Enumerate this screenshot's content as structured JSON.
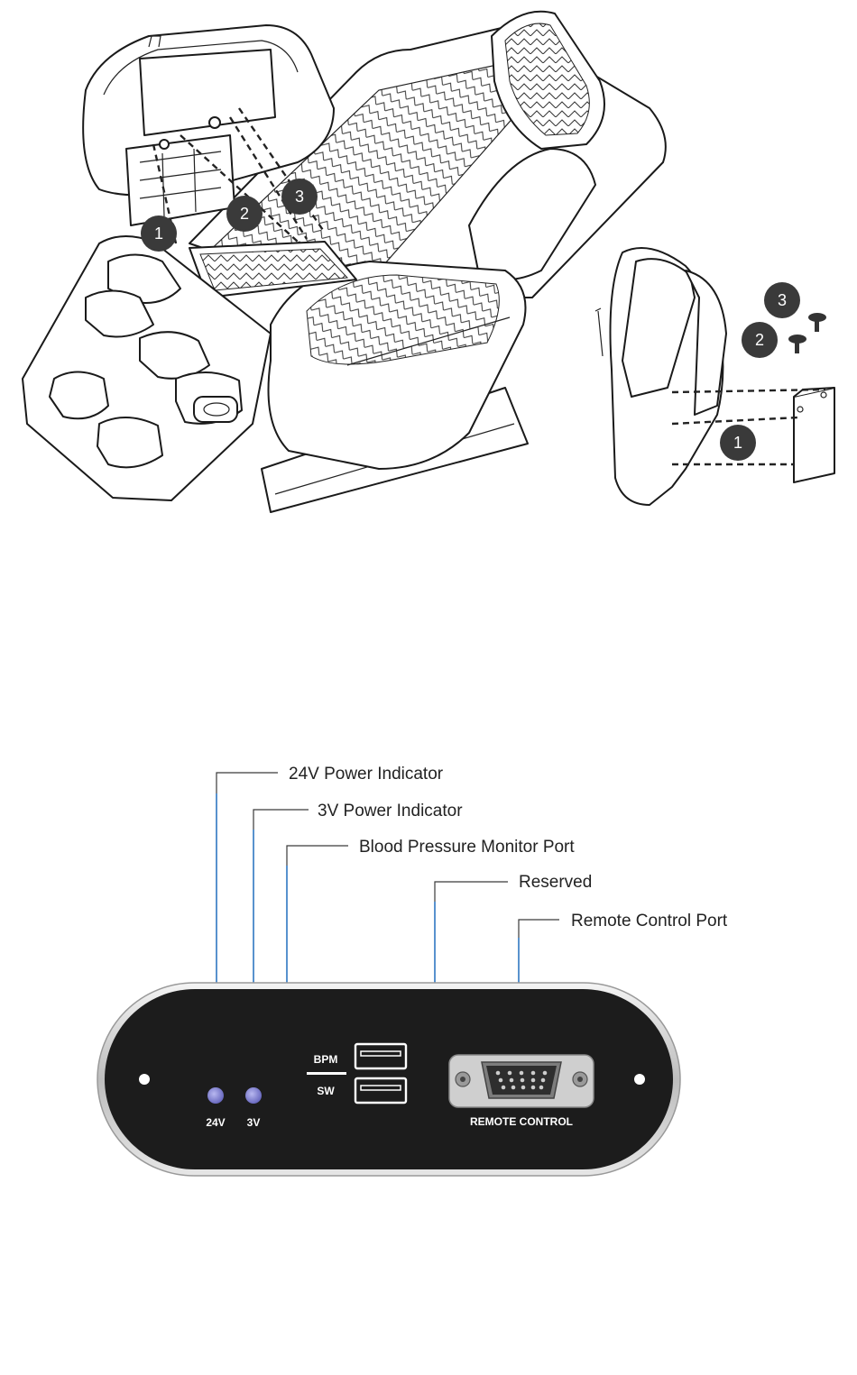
{
  "step_badges": {
    "chair": [
      "1",
      "2",
      "3"
    ],
    "detail": [
      "3",
      "2",
      "1"
    ]
  },
  "callouts": [
    {
      "id": "power24",
      "text": "24V Power Indicator"
    },
    {
      "id": "power3",
      "text": "3V Power Indicator"
    },
    {
      "id": "bpm_port",
      "text": "Blood Pressure Monitor Port"
    },
    {
      "id": "reserved",
      "text": "Reserved"
    },
    {
      "id": "remote_port",
      "text": "Remote Control Port"
    }
  ],
  "panel": {
    "led_24v_label": "24V",
    "led_3v_label": "3V",
    "bpm_label": "BPM",
    "sw_label": "SW",
    "remote_label": "REMOTE CONTROL"
  },
  "colors": {
    "panel": "#1c1c1c",
    "led": "#7f7fd0",
    "arrow": "#2f77c2"
  }
}
